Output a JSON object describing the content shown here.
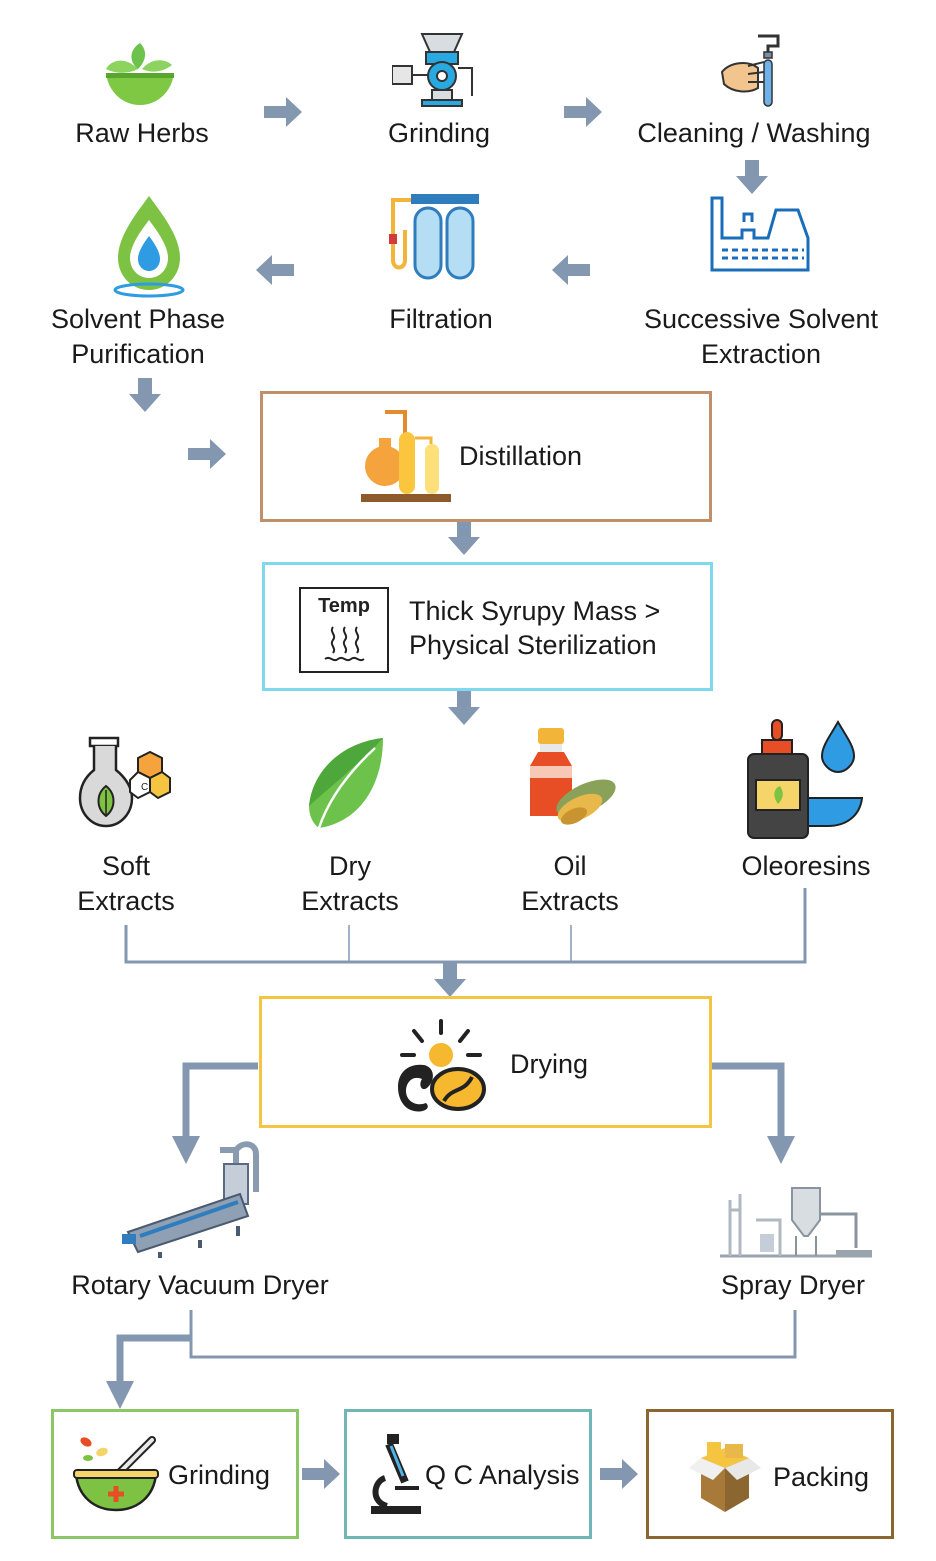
{
  "steps": {
    "raw_herbs": "Raw Herbs",
    "grinding": "Grinding",
    "cleaning": "Cleaning / Washing",
    "solvent_phase_l1": "Solvent Phase",
    "solvent_phase_l2": "Purification",
    "filtration": "Filtration",
    "successive_l1": "Successive Solvent",
    "successive_l2": "Extraction",
    "distillation": "Distillation",
    "temp_icon_text": "Temp",
    "thick_l1": "Thick Syrupy Mass >",
    "thick_l2": "Physical Sterilization",
    "soft_l1": "Soft",
    "soft_l2": "Extracts",
    "dry_l1": "Dry",
    "dry_l2": "Extracts",
    "oil_l1": "Oil",
    "oil_l2": "Extracts",
    "oleoresins": "Oleoresins",
    "drying": "Drying",
    "rotary": "Rotary Vacuum Dryer",
    "spray": "Spray Dryer",
    "grinding2": "Grinding",
    "qc": "Q C Analysis",
    "packing": "Packing"
  },
  "colors": {
    "arrow": "#8497b0",
    "distillation_border": "#c0906a",
    "sterilization_border": "#7fd8ec",
    "drying_border": "#f4c542",
    "grinding_border": "#8cc665",
    "qc_border": "#6fb6b6",
    "packing_border": "#8c6631"
  }
}
